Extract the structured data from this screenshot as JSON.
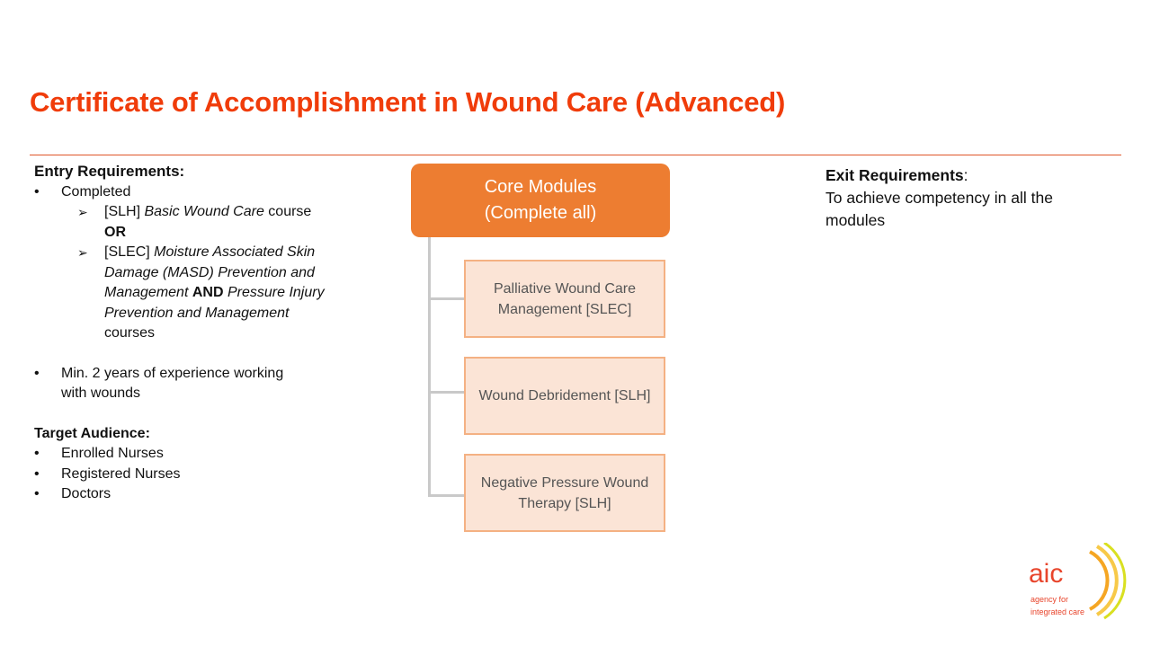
{
  "title": "Certificate of Accomplishment in Wound Care (Advanced)",
  "colors": {
    "title": "#f03c0a",
    "core_box": "#ed7d31",
    "module_fill": "#fbe4d6",
    "module_border": "#f4b183",
    "connector": "#c9c9c9"
  },
  "entry": {
    "heading": "Entry Requirements:",
    "bullet_icon": "bullet-dot",
    "sub_bullet_icon": "arrowhead-right",
    "completed": "Completed",
    "option1": {
      "prefix": "[SLH] ",
      "course": "Basic Wound Care",
      "suffix": " course"
    },
    "or": "OR",
    "option2": {
      "prefix": "[SLEC] ",
      "course1": "Moisture Associated Skin Damage (MASD) Prevention and Management",
      "and": "AND",
      "course2": "Pressure Injury Prevention and Management",
      "suffix": " courses"
    },
    "experience": "Min. 2 years of experience working with wounds"
  },
  "audience": {
    "heading": "Target Audience:",
    "items": [
      "Enrolled Nurses",
      "Registered Nurses",
      "Doctors"
    ]
  },
  "core": {
    "line1": "Core Modules",
    "line2": "(Complete all)",
    "modules": [
      "Palliative Wound Care Management [SLEC]",
      "Wound Debridement [SLH]",
      "Negative Pressure Wound Therapy [SLH]"
    ]
  },
  "exit": {
    "heading": "Exit Requirements",
    "colon": ":",
    "text": "To achieve competency in all the modules"
  },
  "logo": {
    "mark": "aic",
    "tagline_line1": "agency for",
    "tagline_line2": "integrated care"
  }
}
